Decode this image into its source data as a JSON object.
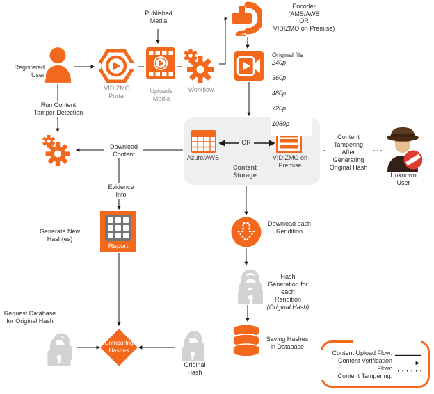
{
  "colors": {
    "accent": "#F2691E",
    "label_gray": "#8C8C8C",
    "storage_bg": "#EFEFEF",
    "lock_gray": "#D2D2D2",
    "red": "#E23B30",
    "dark": "#2E2E2E",
    "storage_title": "#595959"
  },
  "nodes": {
    "published_media": "Published\nMedia",
    "encoder": "Encoder\n(AMS/AWS\nOR\nVIDIZMO on Premise)",
    "registered_user": "Registered\nUser",
    "vidizmo_portal": "VIDIZMO\nPortal",
    "uploads_media": "Uploads\nMedia",
    "workflow": "Workflow",
    "original_file": {
      "title": "Original file",
      "renditions": [
        "240p",
        "360p",
        "480p",
        "720p",
        "1080p"
      ]
    },
    "run_content_tamper": "Run Content\nTamper Detection",
    "download_content": "Download\nContent",
    "evidence_info": "Evidence\nInfo",
    "report": "Report",
    "generate_new_hash": "Generate New\nHash(es)",
    "storage": {
      "azure": "Azure/AWS",
      "or": "OR",
      "premise": "VIDIZMO on\nPremise",
      "title": "Content\nStorage"
    },
    "content_tampering": "Content\nTampering\nAfter\nGenerating\nOriginal Hash",
    "unknown_user": "Unknown\nUser",
    "download_rendition": "Download each\nRendition",
    "hash_generation": {
      "main": "Hash\nGeneration for\neach\nRendition",
      "italic": "(Original Hash)"
    },
    "request_db": "Request Database\nfor Original Hash",
    "comparing_hashes": "Comparing\nHashes",
    "original_hash": "Original\nHash",
    "saving_hashes": "Saving Hashes\nin Database",
    "legend": {
      "rows": [
        "Content Upload Flow:",
        "Content Verification Flow:",
        "Content Tampering:"
      ]
    }
  }
}
